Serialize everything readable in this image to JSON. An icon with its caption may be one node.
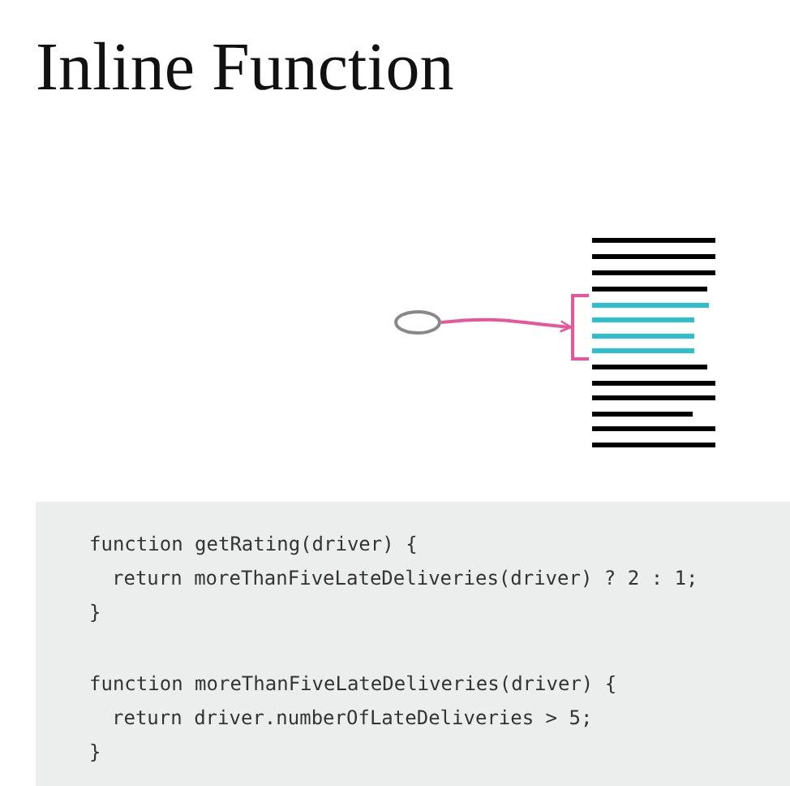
{
  "diagram": {
    "title": "Inline Function",
    "nodes": [
      {
        "text": [],
        "shape": "oval"
      },
      {
        "text": [],
        "shape": "bracket"
      }
    ],
    "edges": [
      {
        "from": 0,
        "to": 1,
        "arrow": "to",
        "color": "#e8559a"
      }
    ],
    "labels": [
      "function getRating(driver) {",
      "return moreThanFiveLateDeliveries(driver) ? 2 : 1;",
      "}",
      "function moreThanFiveLateDeliveries(driver) {",
      "return driver.numberOfLateDeliveries > 5;",
      "}"
    ]
  }
}
